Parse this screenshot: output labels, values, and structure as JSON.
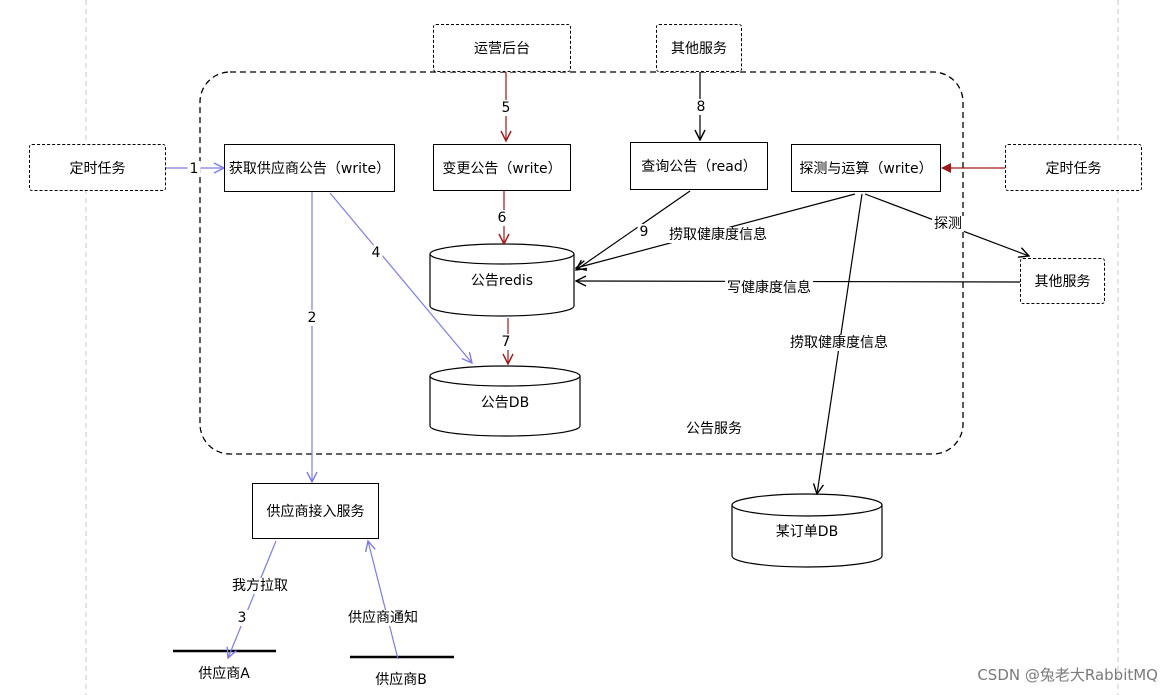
{
  "boxes": {
    "ops_admin": "运营后台",
    "other_service_top": "其他服务",
    "timer_left": "定时任务",
    "fetch_notice": "获取供应商公告（write）",
    "change_notice": "变更公告（write）",
    "query_notice": "查询公告（read）",
    "probe_calc": "探测与运算（write）",
    "timer_right": "定时任务",
    "other_service_right": "其他服务",
    "supplier_access": "供应商接入服务"
  },
  "databases": {
    "notice_redis": "公告redis",
    "notice_db": "公告DB",
    "order_db": "某订单DB"
  },
  "group_label": "公告服务",
  "suppliers": {
    "a": "供应商A",
    "b": "供应商B"
  },
  "edge_labels": {
    "e1": "1",
    "e2": "2",
    "e3": "3",
    "e4": "4",
    "e5": "5",
    "e6": "6",
    "e7": "7",
    "e8": "8",
    "e9": "9",
    "fetch_health_1": "捞取健康度信息",
    "fetch_health_2": "捞取健康度信息",
    "write_health": "写健康度信息",
    "probe": "探测",
    "our_pull": "我方拉取",
    "supplier_notify": "供应商通知"
  },
  "watermark": "CSDN @兔老大RabbitMQ",
  "colors": {
    "blue": "#7b7bea",
    "red": "#a01818",
    "black": "#000000",
    "guide": "#c8c8c8"
  }
}
